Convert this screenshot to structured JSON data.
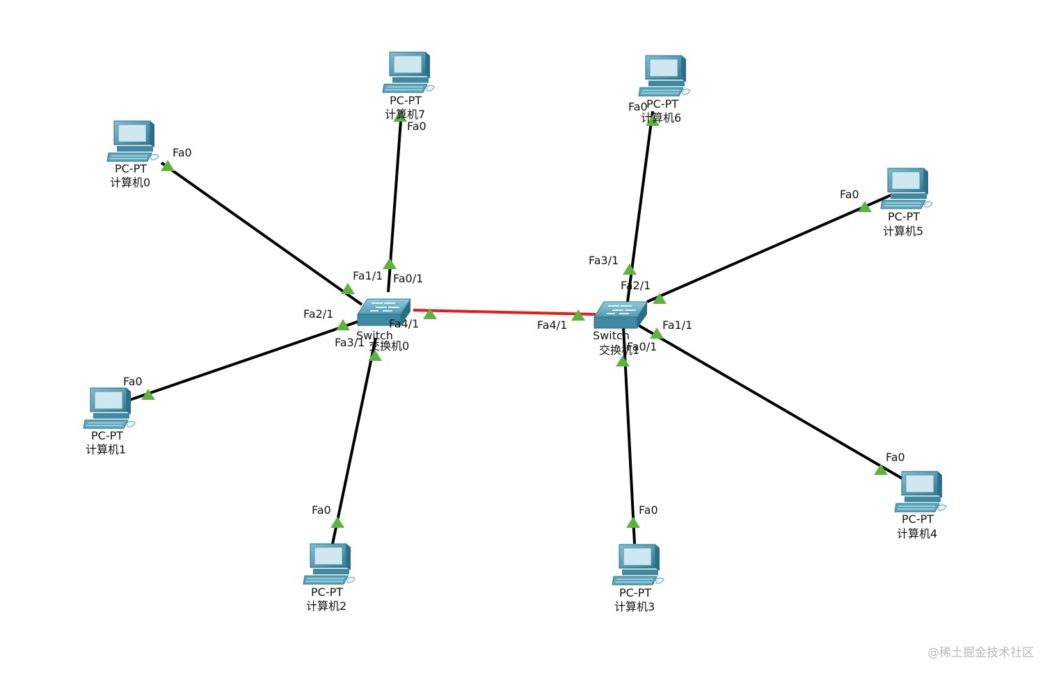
{
  "colors": {
    "link": "#000000",
    "trunk": "#e31b1b",
    "port_up": "#5cb53b",
    "device_teal": "#3e8aa2"
  },
  "icons": {
    "pc": "pc-pt-icon",
    "switch": "switch-icon",
    "port": "link-up-triangle-icon"
  },
  "pcs": {
    "pc0": {
      "model": "PC-PT",
      "name": "计算机0",
      "port": "Fa0"
    },
    "pc1": {
      "model": "PC-PT",
      "name": "计算机1",
      "port": "Fa0"
    },
    "pc2": {
      "model": "PC-PT",
      "name": "计算机2",
      "port": "Fa0"
    },
    "pc3": {
      "model": "PC-PT",
      "name": "计算机3",
      "port": "Fa0"
    },
    "pc4": {
      "model": "PC-PT",
      "name": "计算机4",
      "port": "Fa0"
    },
    "pc5": {
      "model": "PC-PT",
      "name": "计算机5",
      "port": "Fa0"
    },
    "pc6": {
      "model": "PC-PT",
      "name": "计算机6",
      "port": "Fa0"
    },
    "pc7": {
      "model": "PC-PT",
      "name": "计算机7",
      "port": "Fa0"
    }
  },
  "switches": {
    "sw0": {
      "label": "Switch",
      "name": "交换机0",
      "ports": {
        "fa0_1": "Fa0/1",
        "fa1_1": "Fa1/1",
        "fa2_1": "Fa2/1",
        "fa3_1": "Fa3/1",
        "fa4_1": "Fa4/1"
      }
    },
    "sw1": {
      "label": "Switch",
      "name": "交换机1",
      "ports": {
        "fa0_1": "Fa0/1",
        "fa1_1": "Fa1/1",
        "fa2_1": "Fa2/1",
        "fa3_1": "Fa3/1",
        "fa4_1": "Fa4/1"
      }
    }
  },
  "watermark": "@稀土掘金技术社区"
}
